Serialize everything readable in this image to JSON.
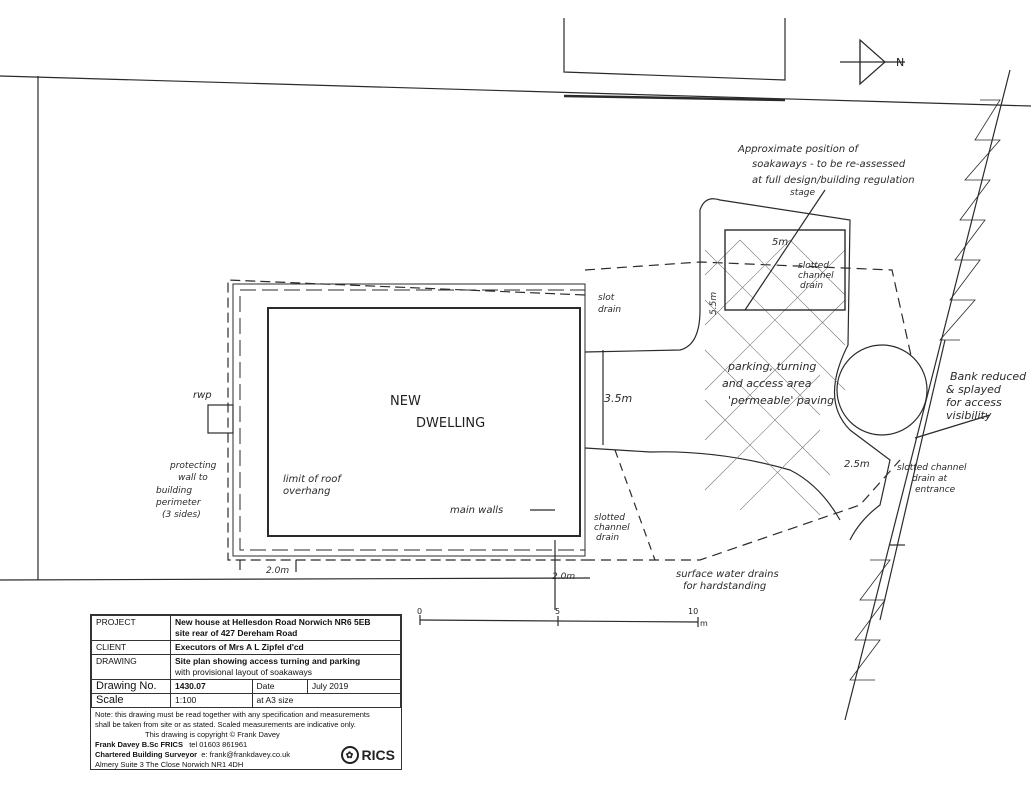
{
  "north_label": "N",
  "labels": {
    "new_dwelling_1": "NEW",
    "new_dwelling_2": "DWELLING",
    "rwp": "rwp",
    "slot_drain": [
      "slot",
      "drain"
    ],
    "protecting_wall": [
      "protecting",
      "wall to",
      "building",
      "perimeter",
      "(3 sides)"
    ],
    "roof_overhang": [
      "limit of roof",
      "overhang"
    ],
    "main_walls": "main walls",
    "slotted_channel_drain_1": [
      "slotted",
      "channel",
      "drain"
    ],
    "slotted_channel_drain_2": [
      "slotted",
      "channel",
      "drain"
    ],
    "dim_2m_left": "2.0m",
    "dim_2m_right": "2.0m",
    "dim_3_5m": "3.5m",
    "dim_5m": "5m",
    "dim_5_5m": "5.5m",
    "dim_2_5m": "2.5m",
    "soakaways_note": [
      "Approximate position of",
      "soakaways - to be re-assessed",
      "at full design/building regulation",
      "stage"
    ],
    "parking_note": [
      "parking, turning",
      "and access area",
      "'permeable' paving"
    ],
    "bank_note": [
      "Bank reduced",
      "& splayed",
      "for access",
      "visibility"
    ],
    "entrance_drain_note": [
      "slotted channel",
      "drain at",
      "entrance"
    ],
    "surface_water_note": [
      "surface water drains",
      "for hardstanding"
    ],
    "scale_bar": [
      "0",
      "5",
      "10",
      "m"
    ]
  },
  "title_block": {
    "project_key": "PROJECT",
    "project_line1": "New house at  Hellesdon Road Norwich NR6 5EB",
    "project_line2": "site rear of  427 Dereham Road",
    "client_key": "CLIENT",
    "client_value": "Executors of Mrs A L Zipfel  d'cd",
    "drawing_key": "DRAWING",
    "drawing_line1": "Site plan showing access turning and parking",
    "drawing_line2": "with provisional layout of soakaways",
    "drawing_no_key": "Drawing No.",
    "drawing_no_value": "1430.07",
    "date_key": "Date",
    "date_value": "July 2019",
    "scale_key": "Scale",
    "scale_value": "1:100",
    "scale_size": "at A3 size",
    "note_line1": "Note: this drawing must be read together with any specification and measurements",
    "note_line2": "shall be taken from site or as stated. Scaled measurements are indicative only.",
    "copyright": "This drawing is copyright  © Frank Davey",
    "author": "Frank Davey B.Sc  FRICS",
    "tel": "tel 01603 861961",
    "role": "Chartered Building Surveyor",
    "email": "e: frank@frankdavey.co.uk",
    "address": "Almery Suite   3 The Close  Norwich  NR1 4DH",
    "logo_text": "RICS"
  }
}
